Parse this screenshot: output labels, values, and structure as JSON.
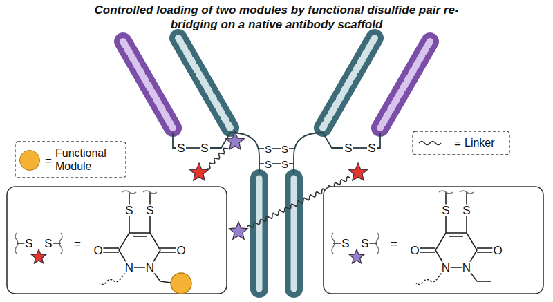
{
  "diagram": {
    "title": "Controlled loading of two modules by functional disulfide pair re-bridging on a native antibody scaffold",
    "labels": [
      "S",
      "S",
      "S",
      "S",
      "S",
      "S",
      "S",
      "S",
      "=",
      "=",
      "S",
      "S",
      "=",
      "S",
      "S",
      "O",
      "O",
      "N",
      "N",
      "S",
      "S",
      "=",
      "S",
      "S",
      "O",
      "O",
      "N",
      "N"
    ],
    "legend": [
      {
        "text": "Functional Module",
        "color": "#f5b335"
      },
      {
        "text": "Linker"
      }
    ]
  }
}
